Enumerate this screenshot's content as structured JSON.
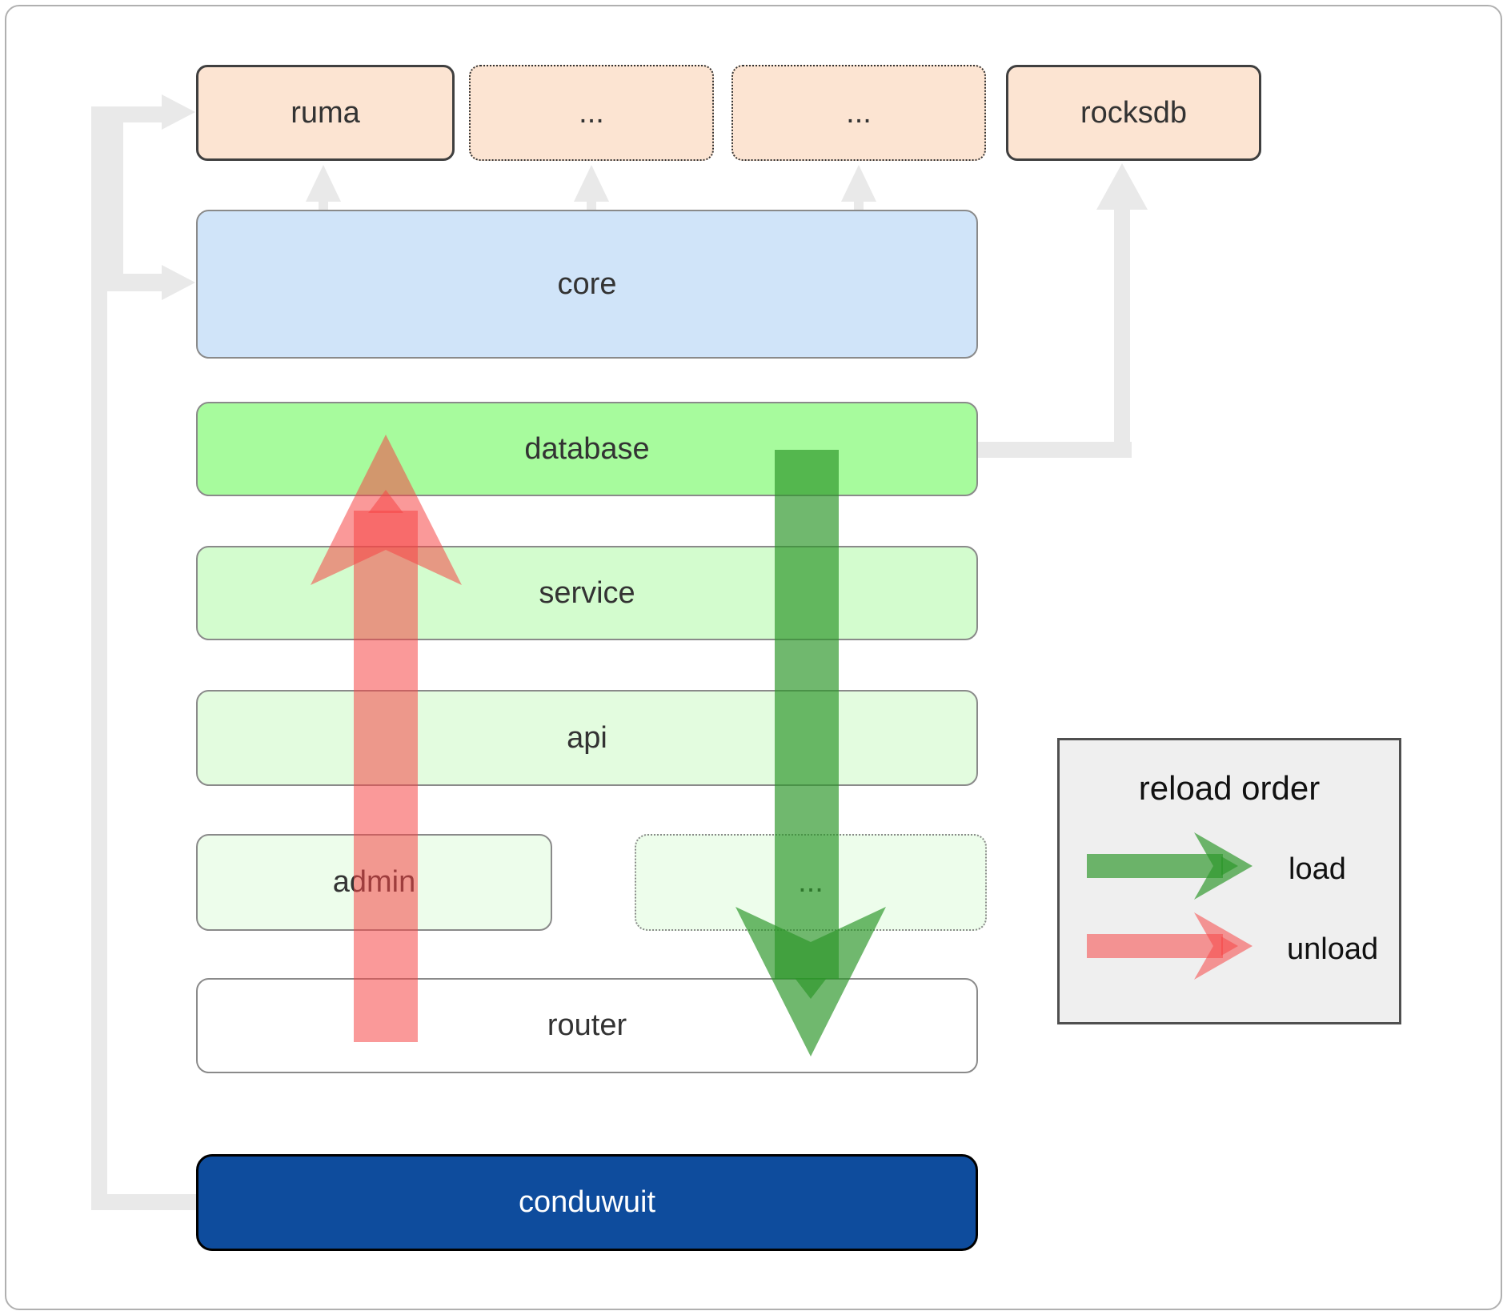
{
  "boxes": {
    "ruma": {
      "label": "ruma"
    },
    "ellipsis_top_1": {
      "label": "..."
    },
    "ellipsis_top_2": {
      "label": "..."
    },
    "rocksdb": {
      "label": "rocksdb"
    },
    "core": {
      "label": "core"
    },
    "database": {
      "label": "database"
    },
    "service": {
      "label": "service"
    },
    "api": {
      "label": "api"
    },
    "admin": {
      "label": "admin"
    },
    "ellipsis_admin": {
      "label": "..."
    },
    "router": {
      "label": "router"
    },
    "conduwuit": {
      "label": "conduwuit"
    }
  },
  "legend": {
    "title": "reload order",
    "items": [
      {
        "label": "load",
        "color": "#2c962a"
      },
      {
        "label": "unload",
        "color": "#f64646"
      }
    ]
  },
  "colors": {
    "module_peach": "#fce4d2",
    "core_blue": "#d0e4f9",
    "database_green": "#a7fb9d",
    "service_green": "#d3fcce",
    "api_green": "#e3fcdf",
    "admin_green": "#edfdeb",
    "conduwuit_blue": "#0e4c9d",
    "load_arrow": "#2c962a",
    "unload_arrow": "#f64646",
    "connector_gray": "#e9e9e9",
    "legend_bg": "#efefef"
  }
}
